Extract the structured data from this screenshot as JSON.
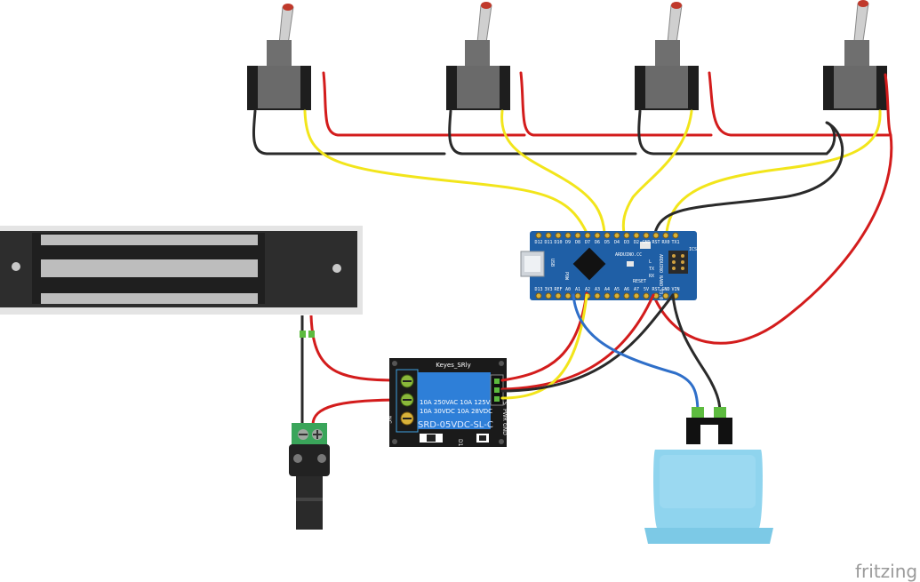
{
  "brand": {
    "name": "fritzing"
  },
  "arduino": {
    "top_pins": [
      "D12",
      "D11",
      "D10",
      "D9",
      "D8",
      "D7",
      "D6",
      "D5",
      "D4",
      "D3",
      "D2",
      "GND",
      "RST",
      "RX0",
      "TX1"
    ],
    "bottom_pins": [
      "D13",
      "3V3",
      "REF",
      "A0",
      "A1",
      "A2",
      "A3",
      "A4",
      "A5",
      "A6",
      "A7",
      "5V",
      "RST",
      "GND",
      "VIN"
    ],
    "silk_usb": "USB",
    "silk_ardu": "ARDUINO.CC",
    "silk_icsp": "ICSP",
    "silk_nano": "ARDUINO NANO V3.0",
    "silk_pow": "POW",
    "silk_l": "L",
    "silk_tx": "TX",
    "silk_rx": "RX",
    "silk_reset": "RESET"
  },
  "relay": {
    "title": "Keyes_SRly",
    "rating1": "10A 250VAC  10A 125VAC",
    "rating2": "10A  30VDC  10A  28VDC",
    "model": "SRD-05VDC-SL-C",
    "label_nc": "NC",
    "label_s": "S",
    "label_pwr": "PWR",
    "label_gnd": "GND",
    "label_d1": "D1"
  },
  "colors": {
    "wire_red": "#d31c1c",
    "wire_black": "#2a2a2a",
    "wire_yellow": "#f2e51b",
    "wire_blue": "#2f6fc9",
    "arduino_pcb": "#1f5fa6",
    "relay_pcb": "#1a1a1a",
    "relay_coil": "#2e7fd8",
    "button_cap": "#8fd4ee"
  }
}
